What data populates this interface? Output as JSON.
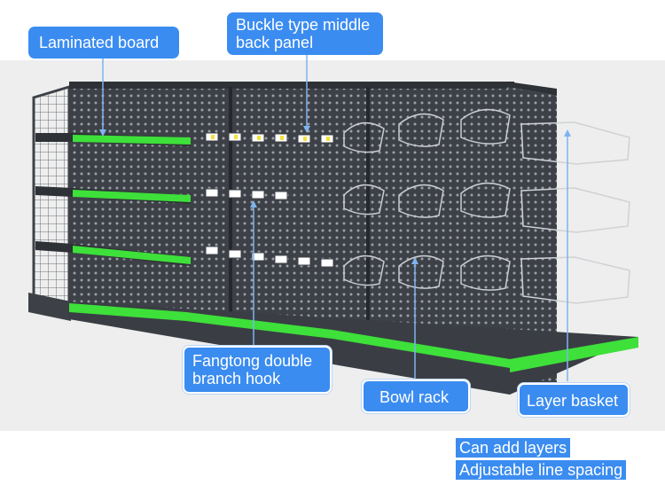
{
  "labels": {
    "laminated_board": "Laminated board",
    "buckle_line1": "Buckle type middle",
    "buckle_line2": "back panel",
    "fangtong_line1": "Fangtong double",
    "fangtong_line2": "branch hook",
    "bowl_rack": "Bowl rack",
    "layer_basket": "Layer basket"
  },
  "notes": {
    "can_add_layers": "Can add layers",
    "adjustable_spacing": "Adjustable line spacing"
  },
  "colors": {
    "callout": "#3b8cf0",
    "shelf_green": "#3ee03a",
    "steel": "#3d4147",
    "background": "#eeeeee"
  }
}
